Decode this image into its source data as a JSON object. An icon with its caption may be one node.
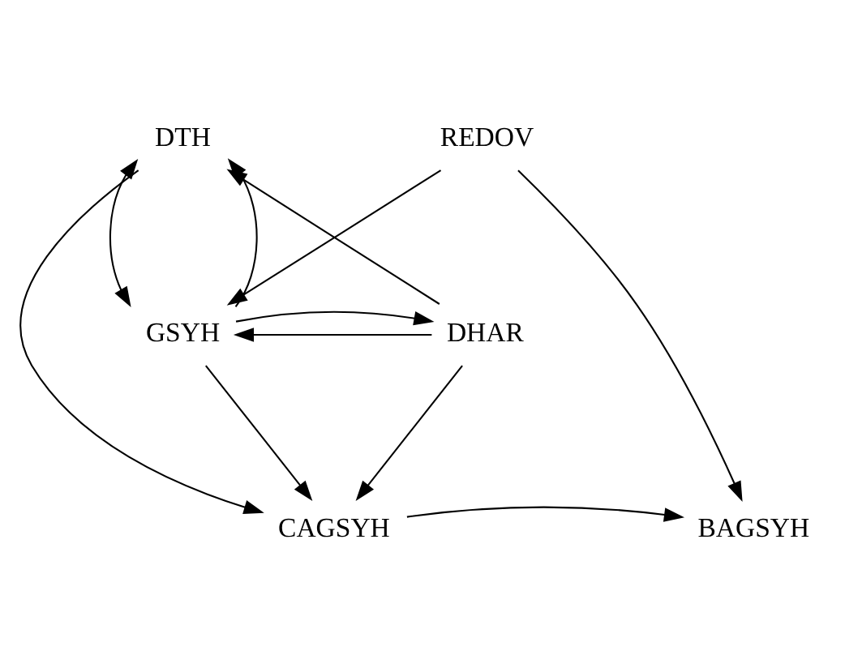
{
  "diagram": {
    "nodes": [
      {
        "text": [
          "DTH"
        ]
      },
      {
        "text": [
          "REDOV"
        ]
      },
      {
        "text": [
          "CAGSYH"
        ]
      },
      {
        "text": [
          "BAGSYH"
        ]
      },
      {
        "text": [
          "GSYH"
        ]
      },
      {
        "text": [
          "DHAR"
        ]
      }
    ],
    "edges": [
      {
        "from": 4,
        "to": 0,
        "arrow": "to"
      },
      {
        "from": 0,
        "to": 4,
        "arrow": "both"
      },
      {
        "from": 0,
        "to": 2,
        "arrow": "to"
      },
      {
        "from": 4,
        "to": 2,
        "arrow": "to"
      },
      {
        "from": 2,
        "to": 3,
        "arrow": "to"
      },
      {
        "from": 1,
        "to": 3,
        "arrow": "to"
      },
      {
        "from": 1,
        "to": 4,
        "arrow": "to"
      },
      {
        "from": 5,
        "to": 0,
        "arrow": "to"
      },
      {
        "from": 5,
        "to": 2,
        "arrow": "to"
      },
      {
        "from": 5,
        "to": 4,
        "arrow": "to"
      },
      {
        "from": 4,
        "to": 5,
        "arrow": "to"
      }
    ]
  }
}
